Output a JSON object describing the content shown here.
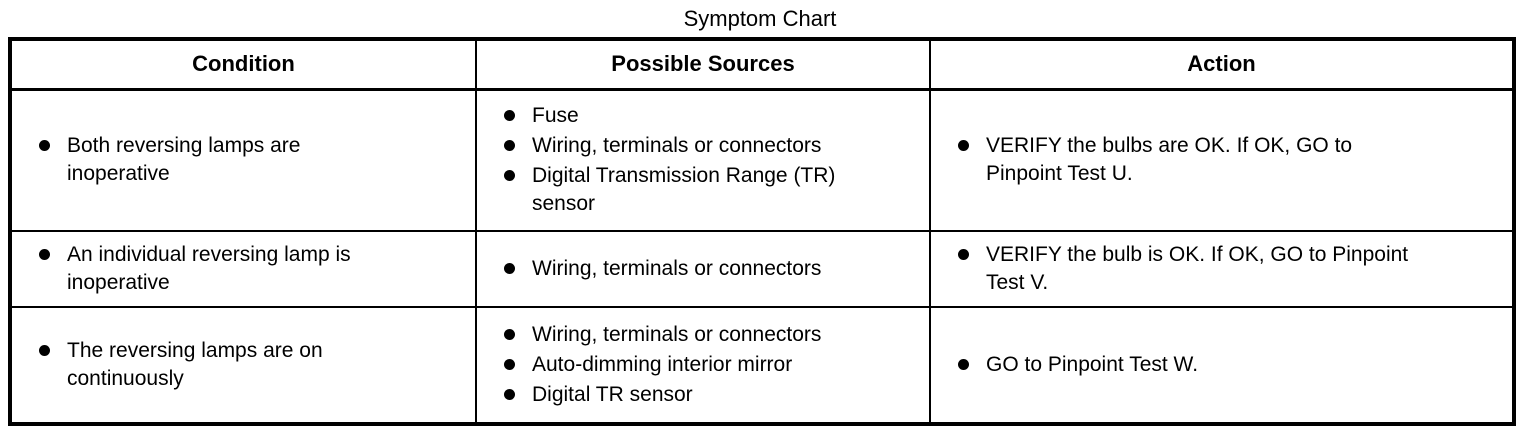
{
  "title": "Symptom Chart",
  "colors": {
    "text": "#000000",
    "border": "#000000",
    "background": "#ffffff"
  },
  "table": {
    "headers": [
      "Condition",
      "Possible Sources",
      "Action"
    ],
    "rows": [
      {
        "condition": [
          "Both reversing lamps are\ninoperative"
        ],
        "sources": [
          "Fuse",
          "Wiring, terminals or connectors",
          "Digital Transmission Range (TR)\nsensor"
        ],
        "action": [
          "VERIFY the bulbs are OK. If OK, GO to\nPinpoint Test U."
        ]
      },
      {
        "condition": [
          "An individual reversing lamp is\ninoperative"
        ],
        "sources": [
          "Wiring, terminals or connectors"
        ],
        "action": [
          "VERIFY the bulb is OK. If OK, GO to Pinpoint\nTest V."
        ]
      },
      {
        "condition": [
          "The reversing lamps are on\ncontinuously"
        ],
        "sources": [
          "Wiring, terminals or connectors",
          "Auto-dimming interior mirror",
          "Digital TR sensor"
        ],
        "action": [
          "GO to Pinpoint Test W."
        ]
      }
    ]
  }
}
